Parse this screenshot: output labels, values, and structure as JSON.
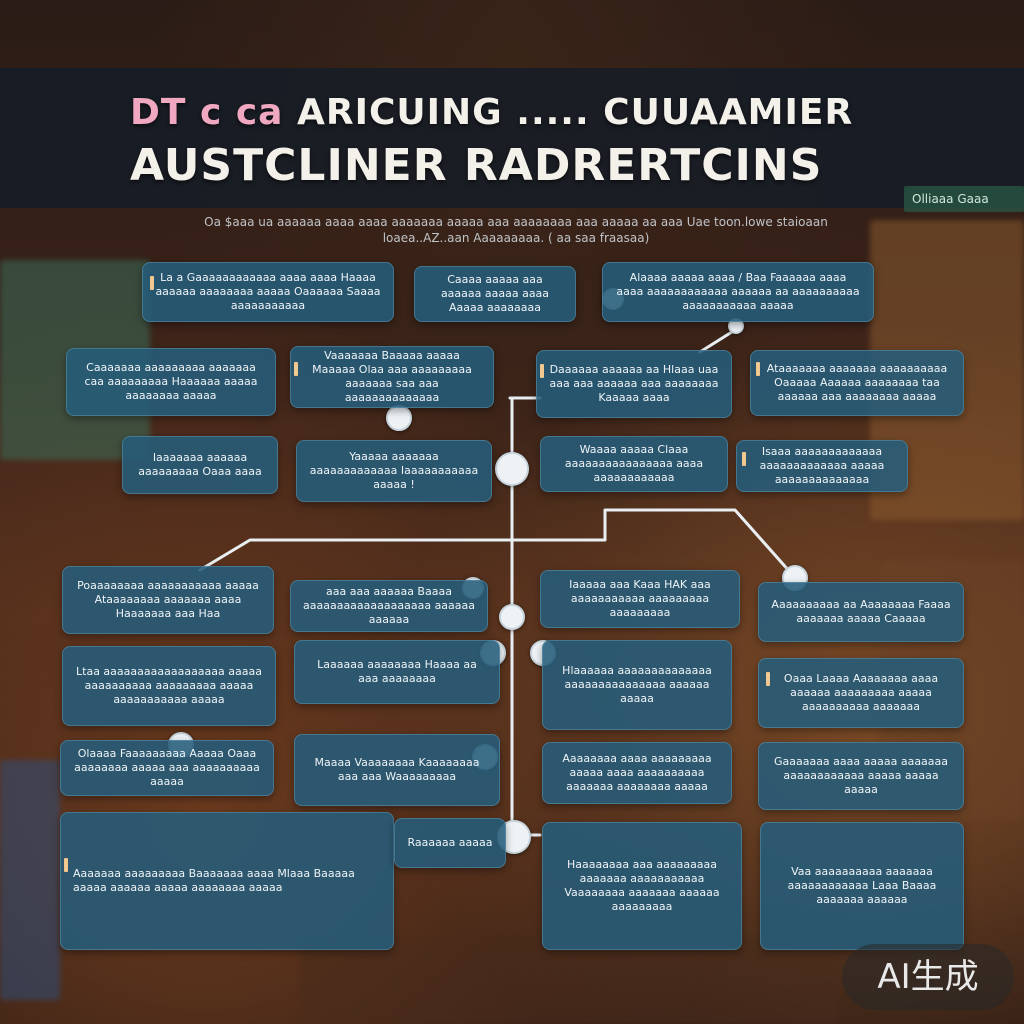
{
  "title": {
    "line1_prefix": "DT c ca",
    "line1_main": "ARICUING .....  CUUAAMIER",
    "line2": "AUSTCLINER  RADRERTCINS"
  },
  "subtitle": "Oa $aaa ua aaaaaa aaaa aaaa aaaaaaa aaaaa aaa aaaaaaaa aaa aaaaa aa aaa Uae toon.lowe staioaan loaea..AZ..aan Aaaaaaaaa. ( aa saa fraasaa)",
  "tag_top": "Olliaaa Gaaa",
  "watermark": "AI生成",
  "boxes": [
    {
      "text": "La a Gaaaaaaaaaaaa aaaa aaaa Haaaa aaaaaa aaaaaaaa aaaaa Oaaaaaa Saaaa aaaaaaaaaaa"
    },
    {
      "text": "Caaaa aaaaa aaa aaaaaa aaaaa aaaa Aaaaa aaaaaaaa"
    },
    {
      "text": "Alaaaa aaaaa aaaa / Baa Faaaaaa aaaa aaaa aaaaaaaaaaaa aaaaaa aa aaaaaaaaaa aaaaaaaaaaa aaaaa"
    },
    {
      "text": "Caaaaaaa aaaaaaaaa aaaaaaa caa aaaaaaaaa Haaaaaa aaaaa aaaaaaaa aaaaa"
    },
    {
      "text": "Vaaaaaaa Baaaaa aaaaa Maaaaa Olaa aaa aaaaaaaaa aaaaaaa saa aaa aaaaaaaaaaaaaa"
    },
    {
      "text": "Daaaaaa aaaaaa aa Hlaaa uaa aaa aaa aaaaaa aaa aaaaaaaa Kaaaaa aaaa"
    },
    {
      "text": "Ataaaaaaa aaaaaaa aaaaaaaaaa Oaaaaa Aaaaaa aaaaaaaa taa aaaaaa aaa aaaaaaaa aaaaa"
    },
    {
      "text": "Iaaaaaaa aaaaaa aaaaaaaaa Oaaa aaaa"
    },
    {
      "text": "Yaaaaa aaaaaaa aaaaaaaaaaaaa Iaaaaaaaaaaa aaaaa !"
    },
    {
      "text": "Waaaa aaaaa Claaa aaaaaaaaaaaaaaaa aaaa aaaaaaaaaaaa"
    },
    {
      "text": "Isaaa aaaaaaaaaaaaa aaaaaaaaaaaaa aaaaa aaaaaaaaaaaaaa"
    },
    {
      "text": "Poaaaaaaaa aaaaaaaaaaa aaaaa Ataaaaaaaa aaaaaaa aaaa Haaaaaaa aaa Haa"
    },
    {
      "text": "aaa aaa aaaaaa Baaaa aaaaaaaaaaaaaaaaaaa aaaaaa aaaaaa"
    },
    {
      "text": "Iaaaaa aaa Kaaa HAK aaa aaaaaaaaaaa aaaaaaaaa aaaaaaaaa"
    },
    {
      "text": "Aaaaaaaaaa aa Aaaaaaaa Faaaa aaaaaaa aaaaa Caaaaa"
    },
    {
      "text": "Ltaa aaaaaaaaaaaaaaaaaa aaaaa aaaaaaaaaa aaaaaaaaa aaaaa aaaaaaaaaaa aaaaa"
    },
    {
      "text": "Laaaaaa aaaaaaaa Haaaa aa aaa aaaaaaaa"
    },
    {
      "text": "Hlaaaaaa aaaaaaaaaaaaaa aaaaaaaaaaaaaaa aaaaaa aaaaa"
    },
    {
      "text": "Oaaa Laaaa Aaaaaaaa aaaa aaaaaa aaaaaaaaa aaaaa aaaaaaaaaa aaaaaaa"
    },
    {
      "text": "Olaaaa Faaaaaaaaa Aaaaa Oaaa aaaaaaaa aaaaa aaa aaaaaaaaaa aaaaa"
    },
    {
      "text": "Maaaa Vaaaaaaaa Kaaaaaaaa aaa aaa Waaaaaaaaa"
    },
    {
      "text": "Aaaaaaaa aaaa aaaaaaaaa aaaaa aaaa aaaaaaaaaa aaaaaaa aaaaaaaa aaaaa"
    },
    {
      "text": "Gaaaaaaa aaaa aaaaa aaaaaaa aaaaaaaaaaaa aaaaa aaaaa aaaaa"
    },
    {
      "text": "Aaaaaaa aaaaaaaaa Baaaaaaa aaaa Mlaaa Baaaaa aaaaa aaaaaa aaaaa aaaaaaaa aaaaa"
    },
    {
      "text": "Raaaaaa aaaaa"
    },
    {
      "text": "Haaaaaaaa aaa aaaaaaaaa aaaaaaa aaaaaaaaaaa Vaaaaaaaa aaaaaaa aaaaaa aaaaaaaaa"
    },
    {
      "text": "Vaa aaaaaaaaaa aaaaaaa aaaaaaaaaaaa Laaa Baaaa aaaaaaa aaaaaa"
    }
  ]
}
